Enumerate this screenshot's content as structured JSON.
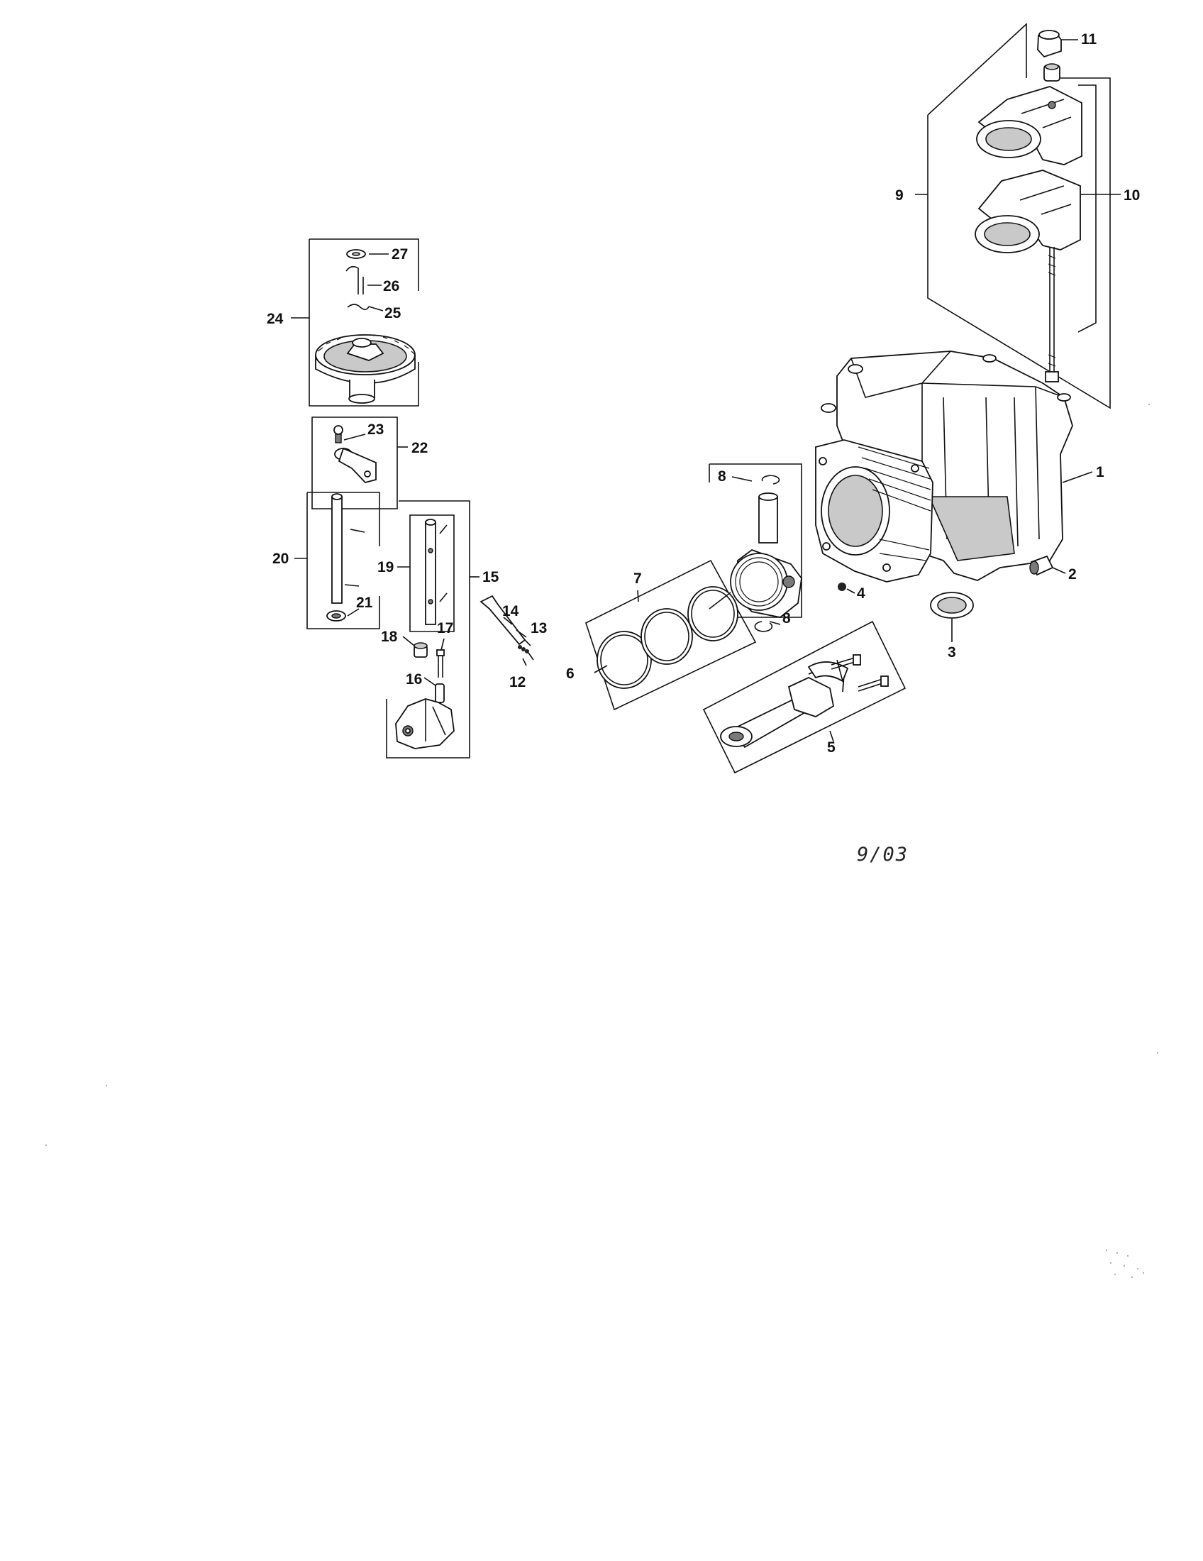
{
  "diagram": {
    "date_stamp": "9/03",
    "callouts": {
      "c1": "1",
      "c2": "2",
      "c3": "3",
      "c4": "4",
      "c5": "5",
      "c6": "6",
      "c7": "7",
      "c8a": "8",
      "c8b": "8",
      "c9": "9",
      "c10": "10",
      "c11": "11",
      "c12": "12",
      "c13": "13",
      "c14": "14",
      "c15": "15",
      "c16": "16",
      "c17": "17",
      "c18": "18",
      "c19": "19",
      "c20": "20",
      "c21": "21",
      "c22": "22",
      "c23": "23",
      "c24": "24",
      "c25": "25",
      "c26": "26",
      "c27": "27"
    }
  }
}
